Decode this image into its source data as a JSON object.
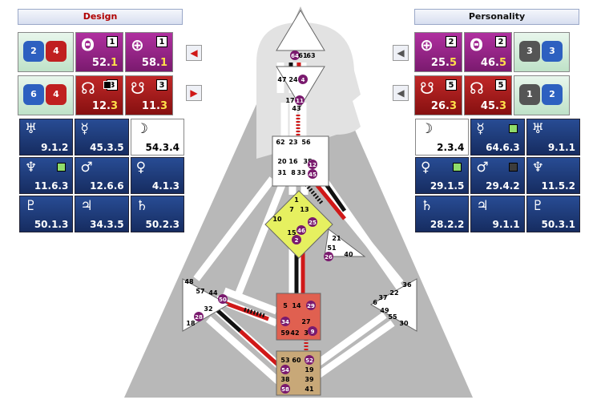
{
  "headers": {
    "design": "Design",
    "personality": "Personality"
  },
  "design_rows": [
    {
      "nodes": [
        "2",
        "4"
      ],
      "cards": [
        {
          "glyph": "Θ",
          "line": "1",
          "gate": "52",
          "sub": "1",
          "color": "purple"
        },
        {
          "glyph": "⊕",
          "line": "1",
          "gate": "58",
          "sub": "1",
          "color": "purple"
        }
      ]
    },
    {
      "nodes": [
        "6",
        "4"
      ],
      "cards": [
        {
          "glyph": "☊",
          "line": "3",
          "gate": "12",
          "sub": "3",
          "color": "red",
          "tri": true
        },
        {
          "glyph": "☋",
          "line": "3",
          "gate": "11",
          "sub": "3",
          "color": "red"
        }
      ]
    }
  ],
  "personality_rows": [
    {
      "nodes": [
        "3",
        "3"
      ],
      "cards": [
        {
          "glyph": "⊕",
          "line": "2",
          "gate": "25",
          "sub": "5",
          "color": "purple"
        },
        {
          "glyph": "Θ",
          "line": "2",
          "gate": "46",
          "sub": "5",
          "color": "purple"
        }
      ]
    },
    {
      "nodes": [
        "1",
        "2"
      ],
      "cards": [
        {
          "glyph": "☋",
          "line": "5",
          "gate": "26",
          "sub": "3",
          "color": "red"
        },
        {
          "glyph": "☊",
          "line": "5",
          "gate": "45",
          "sub": "3",
          "color": "red"
        }
      ]
    }
  ],
  "design_planets": [
    {
      "glyph": "♅",
      "value": "9.1.2",
      "mark": ""
    },
    {
      "glyph": "☿",
      "value": "45.3.5",
      "mark": ""
    },
    {
      "glyph": "☽",
      "value": "54.3.4",
      "mark": "",
      "white": true
    },
    {
      "glyph": "♆",
      "value": "11.6.3",
      "mark": "light"
    },
    {
      "glyph": "♂",
      "value": "12.6.6",
      "mark": ""
    },
    {
      "glyph": "♀",
      "value": "4.1.3",
      "mark": ""
    },
    {
      "glyph": "♇",
      "value": "50.1.3",
      "mark": ""
    },
    {
      "glyph": "♃",
      "value": "34.3.5",
      "mark": ""
    },
    {
      "glyph": "♄",
      "value": "50.2.3",
      "mark": ""
    }
  ],
  "personality_planets": [
    {
      "glyph": "☽",
      "value": "2.3.4",
      "mark": "",
      "white": true
    },
    {
      "glyph": "☿",
      "value": "64.6.3",
      "mark": "light"
    },
    {
      "glyph": "♅",
      "value": "9.1.1",
      "mark": ""
    },
    {
      "glyph": "♀",
      "value": "29.1.5",
      "mark": "light"
    },
    {
      "glyph": "♂",
      "value": "29.4.2",
      "mark": "dark"
    },
    {
      "glyph": "♆",
      "value": "11.5.2",
      "mark": ""
    },
    {
      "glyph": "♄",
      "value": "28.2.2",
      "mark": ""
    },
    {
      "glyph": "♃",
      "value": "9.1.1",
      "mark": ""
    },
    {
      "glyph": "♇",
      "value": "50.3.1",
      "mark": ""
    }
  ],
  "gates": {
    "head": [
      "64",
      "61",
      "63"
    ],
    "ajna": [
      "47",
      "24",
      "4",
      "17",
      "11",
      "43"
    ],
    "throat": [
      "62",
      "23",
      "56",
      "20",
      "16",
      "35",
      "31",
      "8",
      "33",
      "12",
      "45"
    ],
    "g": [
      "1",
      "7",
      "13",
      "10",
      "15",
      "46",
      "25",
      "2"
    ],
    "ego": [
      "21",
      "51",
      "26",
      "40"
    ],
    "spleen": [
      "48",
      "57",
      "44",
      "50",
      "32",
      "28",
      "18"
    ],
    "solar": [
      "36",
      "22",
      "37",
      "6",
      "49",
      "55",
      "30"
    ],
    "sacral": [
      "5",
      "14",
      "29",
      "34",
      "27",
      "59",
      "42",
      "3",
      "9"
    ],
    "root": [
      "53",
      "60",
      "52",
      "54",
      "19",
      "38",
      "39",
      "58",
      "41"
    ]
  },
  "colors": {
    "design_red": "#d01818",
    "personality_black": "#111111",
    "purple": "#7a1a6e",
    "node_red": "#d01818",
    "node_blue": "#1a3e9c"
  }
}
